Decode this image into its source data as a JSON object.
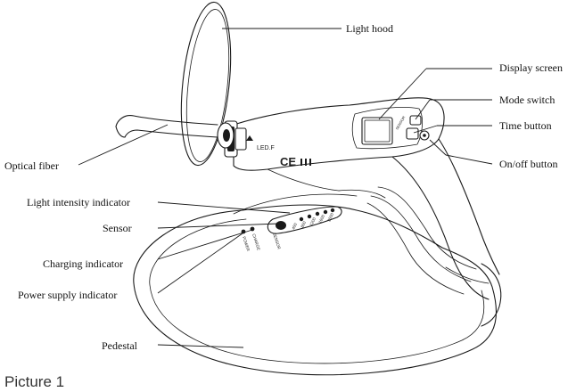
{
  "figure": {
    "caption": "Picture 1",
    "labels": {
      "light_hood": "Light hood",
      "display_screen": "Display screen",
      "mode_switch": "Mode switch",
      "time_button": "Time button",
      "on_off_button": "On/off button",
      "optical_fiber": "Optical fiber",
      "light_intensity_indicator": "Light intensity indicator",
      "sensor": "Sensor",
      "charging_indicator": "Charging indicator",
      "power_supply_indicator": "Power supply indicator",
      "pedestal": "Pedestal"
    },
    "device_print": {
      "led_mark": "LED.F",
      "ce_mark": "CE",
      "sensor_text": "SENSOR",
      "charge_text": "CHARGE",
      "power_text": "POWER",
      "scale": [
        "400",
        "800",
        "1200",
        "1600",
        "2000"
      ]
    }
  }
}
